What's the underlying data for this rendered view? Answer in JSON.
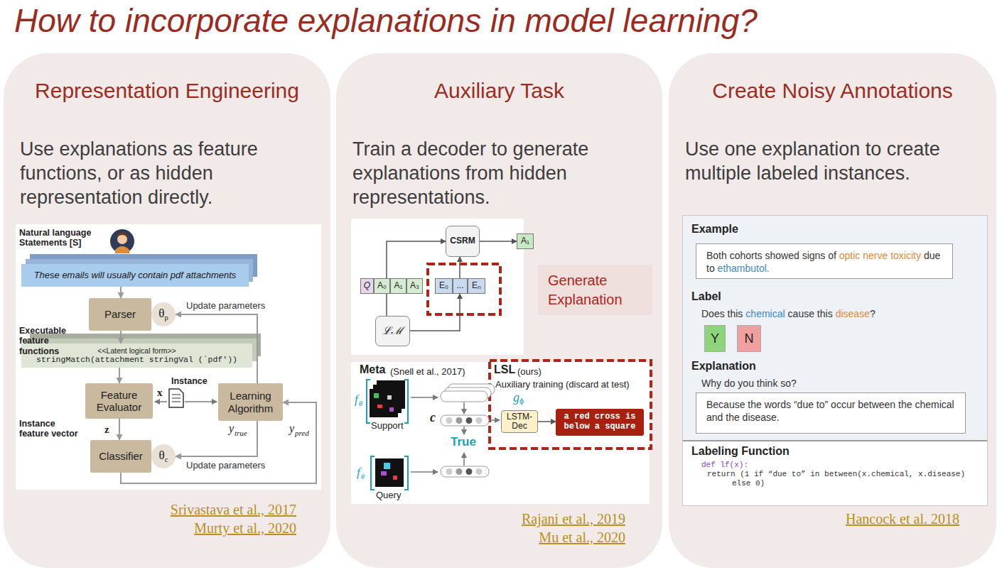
{
  "diagram": {
    "title": "How to incorporate explanations in model learning?",
    "nodes": [
      {
        "text": [
          "Representation Engineering",
          "Use explanations as feature functions, or as hidden representation directly.",
          "Srivastava et al., 2017",
          "Murty et al., 2020"
        ]
      },
      {
        "text": [
          "These emails will usually contain pdf attachments"
        ],
        "in": 0
      },
      {
        "text": [
          "Parser"
        ],
        "in": 0
      },
      {
        "text": [
          "θ",
          "p"
        ],
        "in": 0
      },
      {
        "text": [
          "<<Latent logical form>>",
          "stringMatch(attachment stringVal (`pdf'))"
        ],
        "in": 0
      },
      {
        "text": [
          "Feature Evaluator"
        ],
        "in": 0
      },
      {
        "text": [
          "Learning Algorithm"
        ],
        "in": 0
      },
      {
        "text": [
          "Classifier"
        ],
        "in": 0
      },
      {
        "text": [
          "θ",
          "c"
        ],
        "in": 0
      },
      {
        "text": [
          "Auxiliary Task",
          "Train a decoder to generate explanations from hidden representations.",
          "Rajani et al., 2019",
          "Mu et al., 2020"
        ]
      },
      {
        "text": [
          "CSRM"
        ],
        "in": 9
      },
      {
        "text": [
          "A₁"
        ],
        "in": 9
      },
      {
        "text": [
          "Q"
        ],
        "in": 9
      },
      {
        "text": [
          "A₀"
        ],
        "in": 9
      },
      {
        "text": [
          "A₁"
        ],
        "in": 9
      },
      {
        "text": [
          "A₃"
        ],
        "in": 9
      },
      {
        "text": [
          "E₀"
        ],
        "in": 9
      },
      {
        "text": [
          "..."
        ],
        "in": 9
      },
      {
        "text": [
          "Eₙ"
        ],
        "in": 9
      },
      {
        "text": [
          "ℒℳ"
        ],
        "in": 9
      },
      {
        "text": [
          "Generate Explanation"
        ],
        "in": 9
      },
      {
        "text": [
          "LSTM-Dec"
        ],
        "in": 9
      },
      {
        "text": [
          "a red cross is below a square"
        ],
        "in": 9
      },
      {
        "text": [
          "Create Noisy Annotations",
          "Use one explanation to create multiple labeled instances.",
          "Hancock et al. 2018"
        ]
      },
      {
        "text": [
          "Example",
          "Label",
          "Explanation",
          "Labeling Function"
        ],
        "in": 23
      },
      {
        "text": [
          "Both cohorts showed signs of",
          "optic nerve toxicity",
          "due to",
          "ethambutol."
        ],
        "in": 24
      },
      {
        "text": [
          "Y"
        ],
        "in": 24
      },
      {
        "text": [
          "N"
        ],
        "in": 24
      },
      {
        "text": [
          "Because the words “due to” occur between the chemical and the disease."
        ],
        "in": 24
      }
    ],
    "edges": [
      {
        "from": 1,
        "to": 2,
        "arrow": "to"
      },
      {
        "from": 2,
        "to": 4,
        "arrow": "to"
      },
      {
        "from": 4,
        "to": 5,
        "arrow": "to"
      },
      {
        "from": 5,
        "to": 7,
        "arrow": "to"
      },
      {
        "from": 7,
        "to": 6,
        "arrow": "to"
      },
      {
        "from": 6,
        "to": 3,
        "arrow": "to",
        "label": "Update parameters"
      },
      {
        "from": 6,
        "to": 8,
        "arrow": "to",
        "label": "Update parameters"
      },
      {
        "from": 13,
        "to": 10,
        "arrow": "to"
      },
      {
        "from": 13,
        "to": 19,
        "arrow": "none"
      },
      {
        "from": 19,
        "to": 17,
        "arrow": "to"
      },
      {
        "from": 17,
        "to": 10,
        "arrow": "to"
      },
      {
        "from": 10,
        "to": 11,
        "arrow": "to"
      },
      {
        "from": 21,
        "to": 22,
        "arrow": "to"
      }
    ],
    "labels": [
      "Natural language Statements [S]",
      "Executable feature functions",
      "Instance",
      "x",
      "y",
      "true",
      "Instance feature vector",
      "z",
      "y",
      "pred",
      "Meta",
      "(Snell et al., 2017)",
      "LSL",
      "(ours)",
      "Auxiliary training (discard at test)",
      "g",
      "ϕ",
      "f",
      "θ",
      "f",
      "θ",
      "c",
      "True",
      "Support",
      "Query",
      "Does this",
      "chemical",
      "cause this",
      "disease",
      "?",
      "Why do you think so?",
      "def lf(x):",
      "return (1 if “due to” in between(x.chemical, x.disease)",
      "else 0)"
    ]
  }
}
